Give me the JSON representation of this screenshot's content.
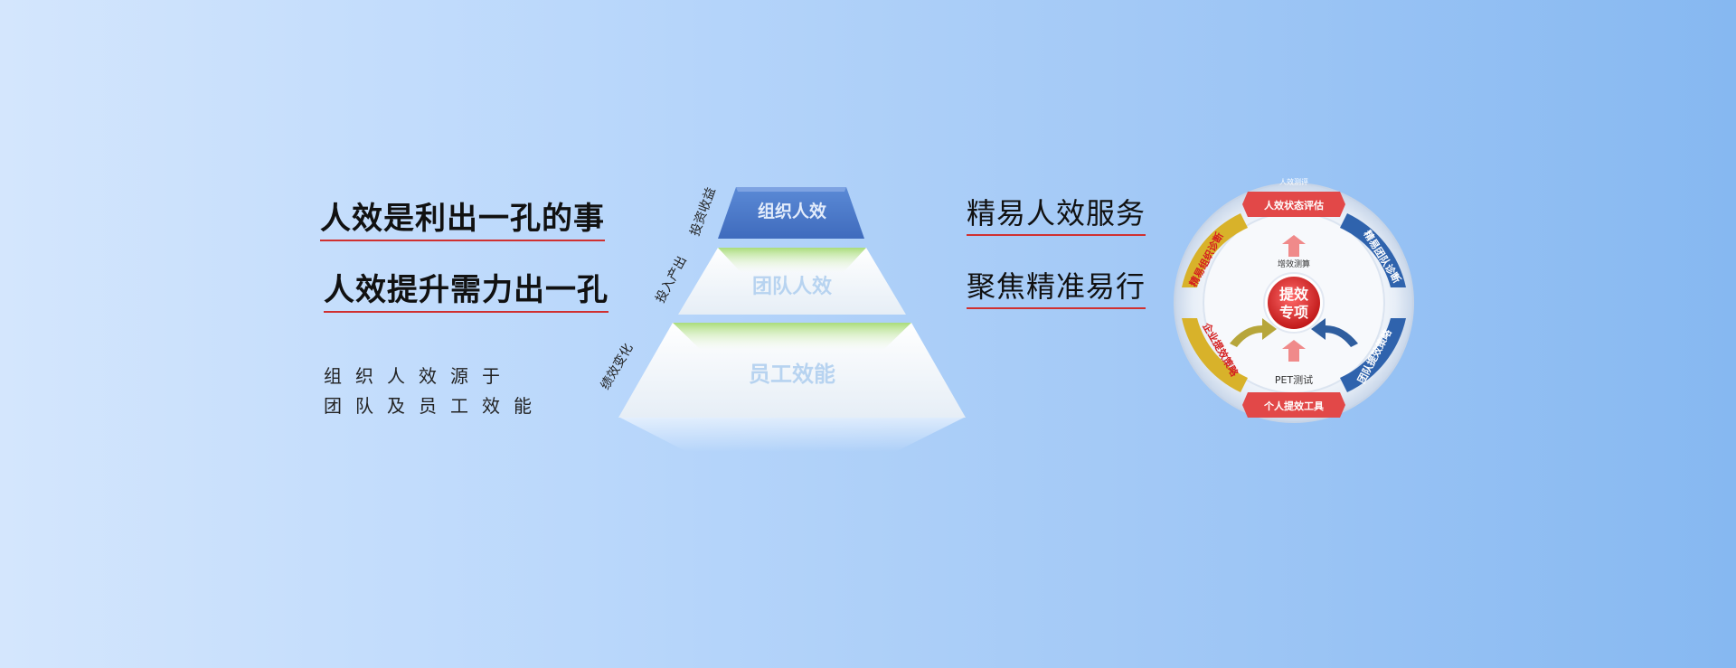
{
  "left": {
    "headline_1": "人效是利出一孔的事",
    "headline_2": "人效提升需力出一孔",
    "sub_line_1": "组织人效源于",
    "sub_line_2": "团队及员工效能"
  },
  "pyramid": {
    "top_label": "组织人效",
    "mid_label": "团队人效",
    "bottom_label": "员工效能",
    "side_top": "投资收益",
    "side_mid": "投入产出",
    "side_bottom": "绩效变化"
  },
  "right": {
    "headline_1": "精易人效服务",
    "headline_2": "聚焦精准易行"
  },
  "wheel": {
    "center_line_1": "提效",
    "center_line_2": "专项",
    "top_tab": "人效状态评估",
    "top_caption": "人效测评",
    "right_top_tab": "精易团队诊断",
    "right_bottom_tab": "团队提效策略",
    "bottom_tab": "个人提效工具",
    "bottom_caption": "PET测试",
    "left_bottom_tab": "企业提效策略",
    "left_top_tab": "精易组织诊断",
    "inner_top_caption": "增效测算"
  },
  "colors": {
    "accent_red": "#d03030",
    "pyramid_blue": "#4a78c6",
    "wheel_red": "#e24848",
    "wheel_blue": "#2f63ad",
    "wheel_yellow": "#d8b22a"
  }
}
